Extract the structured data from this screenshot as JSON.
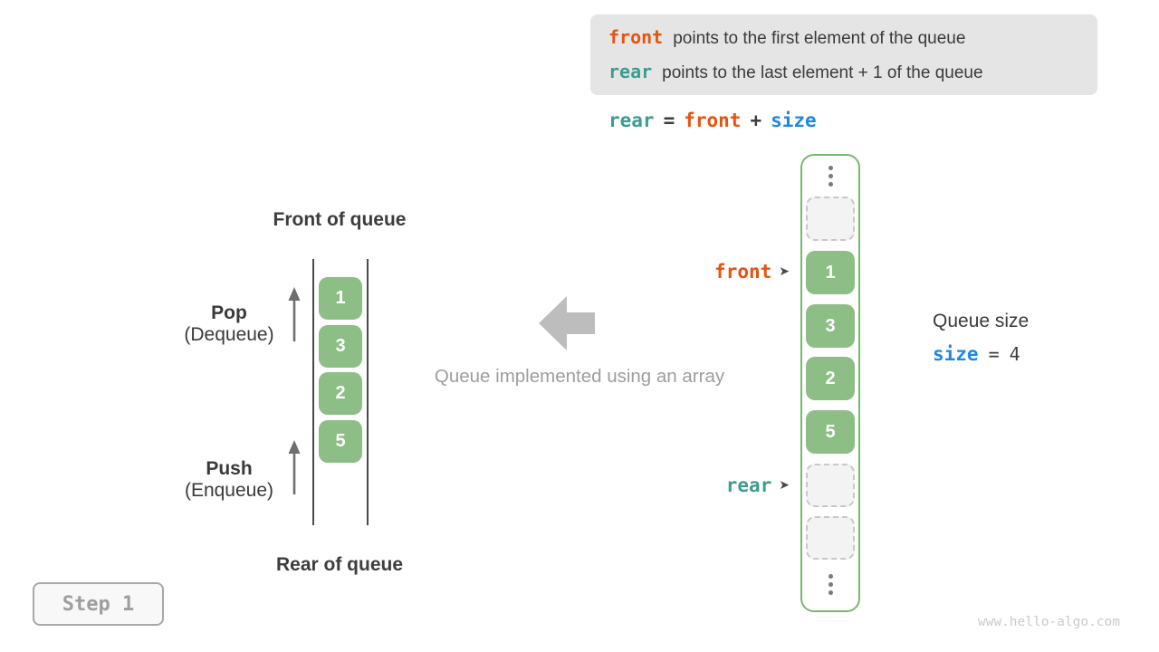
{
  "info_box": {
    "lines": [
      {
        "code": "front",
        "text": "points to the first element of the queue"
      },
      {
        "code": "rear",
        "text": "points to the last element + 1 of the queue"
      }
    ]
  },
  "formula": {
    "rear": "rear",
    "eq": "=",
    "front": "front",
    "plus": "+",
    "size": "size"
  },
  "left_diagram": {
    "front_label": "Front of queue",
    "rear_label": "Rear of queue",
    "pop": "Pop",
    "pop_sub": "(Dequeue)",
    "push": "Push",
    "push_sub": "(Enqueue)",
    "values": [
      "1",
      "3",
      "2",
      "5"
    ]
  },
  "caption": "Queue implemented using an array",
  "array_diagram": {
    "front_pointer": "front",
    "rear_pointer": "rear",
    "pointer_arrow": "➤",
    "values": [
      "1",
      "3",
      "2",
      "5"
    ]
  },
  "queue_size": {
    "label": "Queue size",
    "var": "size",
    "eq": "=",
    "value": "4"
  },
  "step_badge": "Step 1",
  "watermark": "www.hello-algo.com",
  "colors": {
    "front_orange": "#e8530e",
    "rear_teal": "#3c9d8f",
    "size_blue": "#1e88e5",
    "cell_green": "#8cbe85",
    "array_border_green": "#74b96b",
    "info_box_gray": "#e5e5e5",
    "muted_gray": "#9e9e9e"
  }
}
